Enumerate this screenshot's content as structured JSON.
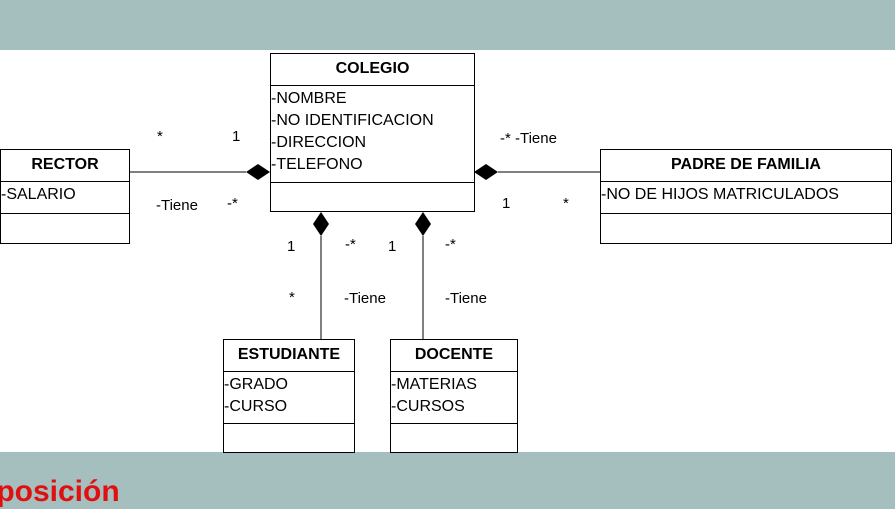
{
  "classes": {
    "colegio": {
      "name": "COLEGIO",
      "attributes": [
        "-NOMBRE",
        "-NO IDENTIFICACION",
        "-DIRECCION",
        "-TELEFONO"
      ]
    },
    "rector": {
      "name": "RECTOR",
      "attributes": [
        "-SALARIO"
      ]
    },
    "padre": {
      "name": "PADRE DE FAMILIA",
      "attributes": [
        "-NO DE HIJOS MATRICULADOS"
      ]
    },
    "estudiante": {
      "name": "ESTUDIANTE",
      "attributes": [
        "-GRADO",
        "-CURSO"
      ]
    },
    "docente": {
      "name": "DOCENTE",
      "attributes": [
        "-MATERIAS",
        "-CURSOS"
      ]
    }
  },
  "labels": {
    "rector_star": "*",
    "rector_one": "1",
    "rector_tiene": "-Tiene",
    "rector_mult": "-*",
    "padre_mult_tiene": "-* -Tiene",
    "padre_one": "1",
    "padre_star": "*",
    "est_one": "1",
    "est_mult": "-*",
    "est_star": "*",
    "est_tiene": "-Tiene",
    "doc_one": "1",
    "doc_mult": "-*",
    "doc_tiene": "-Tiene"
  },
  "footer": "nposición"
}
